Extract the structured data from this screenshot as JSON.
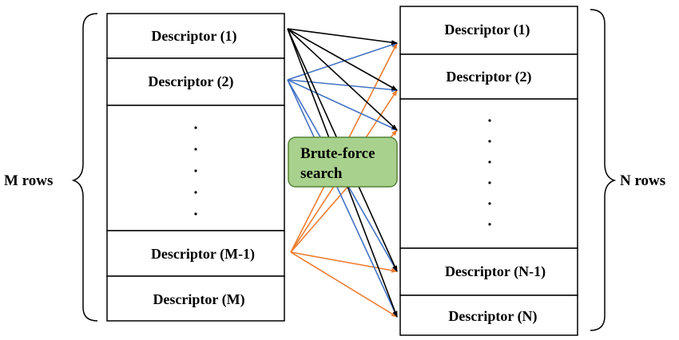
{
  "left_table": {
    "side_label": "M rows",
    "rows": [
      "Descriptor (1)",
      "Descriptor (2)",
      "Descriptor (M-1)",
      "Descriptor (M)"
    ],
    "ellipsis": "⋮"
  },
  "right_table": {
    "side_label": "N rows",
    "rows": [
      "Descriptor (1)",
      "Descriptor (2)",
      "Descriptor (N-1)",
      "Descriptor (N)"
    ],
    "ellipsis": "⋮"
  },
  "search_box": {
    "line1": "Brute-force",
    "line2": "search",
    "fill": "#a9d18e",
    "stroke": "#548235"
  },
  "connections": [
    {
      "from": "left-1",
      "color": "#000000",
      "to": [
        "right-1",
        "right-2",
        "right-3",
        "right-N-1",
        "right-N"
      ]
    },
    {
      "from": "left-2",
      "color": "#4472c4",
      "to": [
        "right-1",
        "right-2",
        "right-3",
        "right-N-1",
        "right-N"
      ]
    },
    {
      "from": "left-M-1",
      "color": "#ed7d31",
      "to": [
        "right-1",
        "right-2",
        "right-3",
        "right-N-1",
        "right-N"
      ]
    }
  ]
}
